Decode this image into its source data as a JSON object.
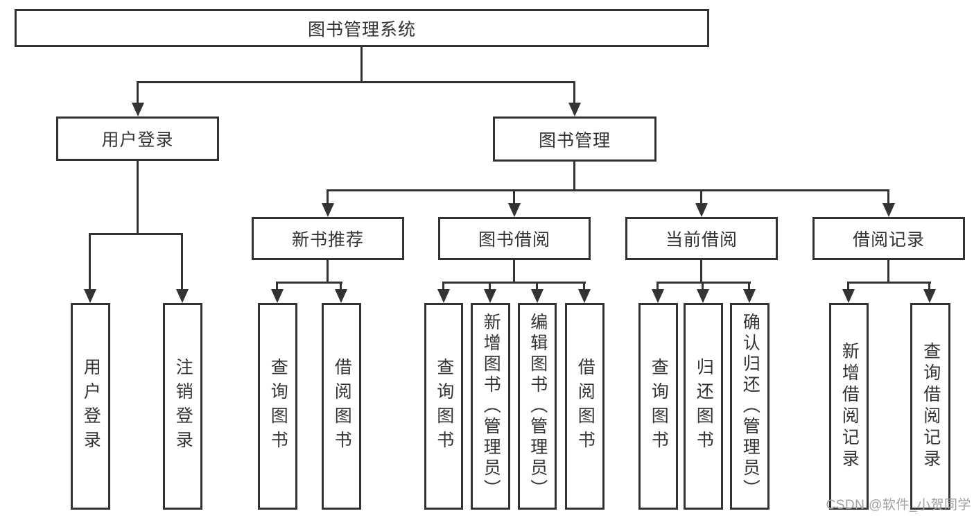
{
  "diagram": {
    "root": {
      "label": "图书管理系统"
    },
    "level2": [
      {
        "label": "用户登录"
      },
      {
        "label": "图书管理"
      }
    ],
    "level3": [
      {
        "label": "新书推荐"
      },
      {
        "label": "图书借阅"
      },
      {
        "label": "当前借阅"
      },
      {
        "label": "借阅记录"
      }
    ],
    "leaves": [
      {
        "label": "用户登录"
      },
      {
        "label": "注销登录"
      },
      {
        "label": "查询图书"
      },
      {
        "label": "借阅图书"
      },
      {
        "label": "查询图书"
      },
      {
        "label": "新增图书（管理员）"
      },
      {
        "label": "编辑图书（管理员）"
      },
      {
        "label": "借阅图书"
      },
      {
        "label": "查询图书"
      },
      {
        "label": "归还图书"
      },
      {
        "label": "确认归还（管理员）"
      },
      {
        "label": "新增借阅记录"
      },
      {
        "label": "查询借阅记录"
      }
    ],
    "watermark": "CSDN @软件_小贺同学",
    "colors": {
      "line": "#333333",
      "text": "#333333",
      "box_background": "#ffffff",
      "watermark": "#a0a0a0",
      "page_background": "#ffffff"
    }
  }
}
